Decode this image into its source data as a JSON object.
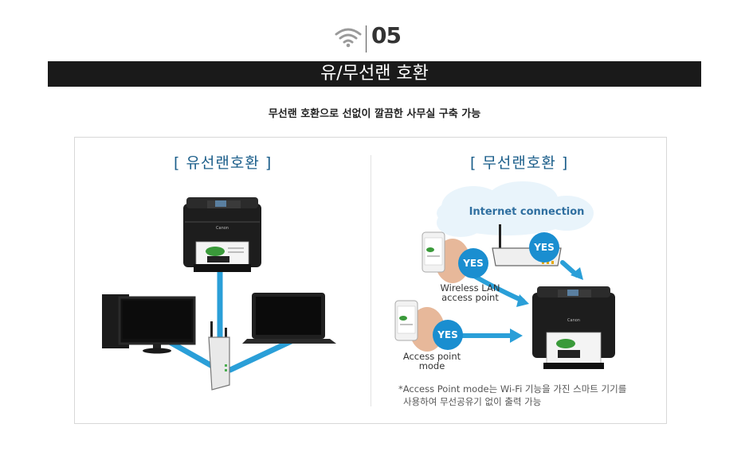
{
  "header": {
    "number": "05",
    "title": "유/무선랜 호환",
    "subtitle": "무선랜 호환으로 선없이 깔끔한 사무실 구축 가능"
  },
  "wired": {
    "title": "[ 유선랜호환 ]"
  },
  "wireless": {
    "title": "[ 무선랜호환 ]",
    "cloud_label": "Internet connection",
    "badge_yes": "YES",
    "wireless_lan_label_line1": "Wireless LAN",
    "wireless_lan_label_line2": "access point",
    "access_point_label_line1": "Access point",
    "access_point_label_line2": "mode",
    "note_line1": "*Access Point mode는 Wi-Fi 기능을 가진 스마트 기기를",
    "note_line2": "사용하여 무선공유기 없이 출력 가능"
  },
  "device": {
    "printer_brand": "Canon"
  },
  "colors": {
    "cable": "#2a9fd8",
    "title_bar": "#1a1a1a",
    "section_title": "#1b5e8a",
    "badge": "#1a8ed0"
  }
}
